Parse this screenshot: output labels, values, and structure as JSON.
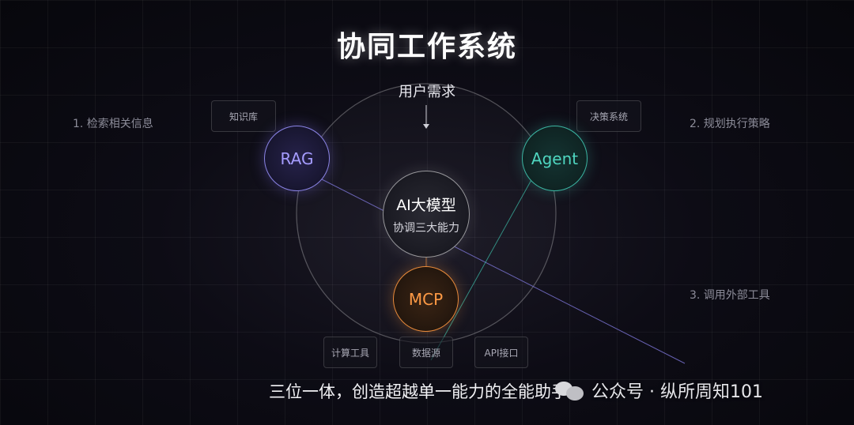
{
  "title": "协同工作系统",
  "user_need": "用户需求",
  "core": {
    "line1": "AI大模型",
    "line2": "协调三大能力"
  },
  "nodes": {
    "rag": "RAG",
    "agent": "Agent",
    "mcp": "MCP"
  },
  "boxes": {
    "knowledge": "知识库",
    "decision": "决策系统",
    "compute_tools": "计算工具",
    "data_source": "数据源",
    "api": "API接口"
  },
  "side_labels": {
    "step1": "1. 检索相关信息",
    "step2": "2. 规划执行策略",
    "step3": "3. 调用外部工具"
  },
  "tagline": "三位一体，创造超越单一能力的全能助手",
  "watermark": {
    "text": "公众号 · 纵所周知101",
    "icon": "wechat-icon"
  },
  "colors": {
    "rag": "#8b84e6",
    "agent": "#3bb5a2",
    "mcp": "#e88a3a",
    "background": "#0a0a12"
  }
}
